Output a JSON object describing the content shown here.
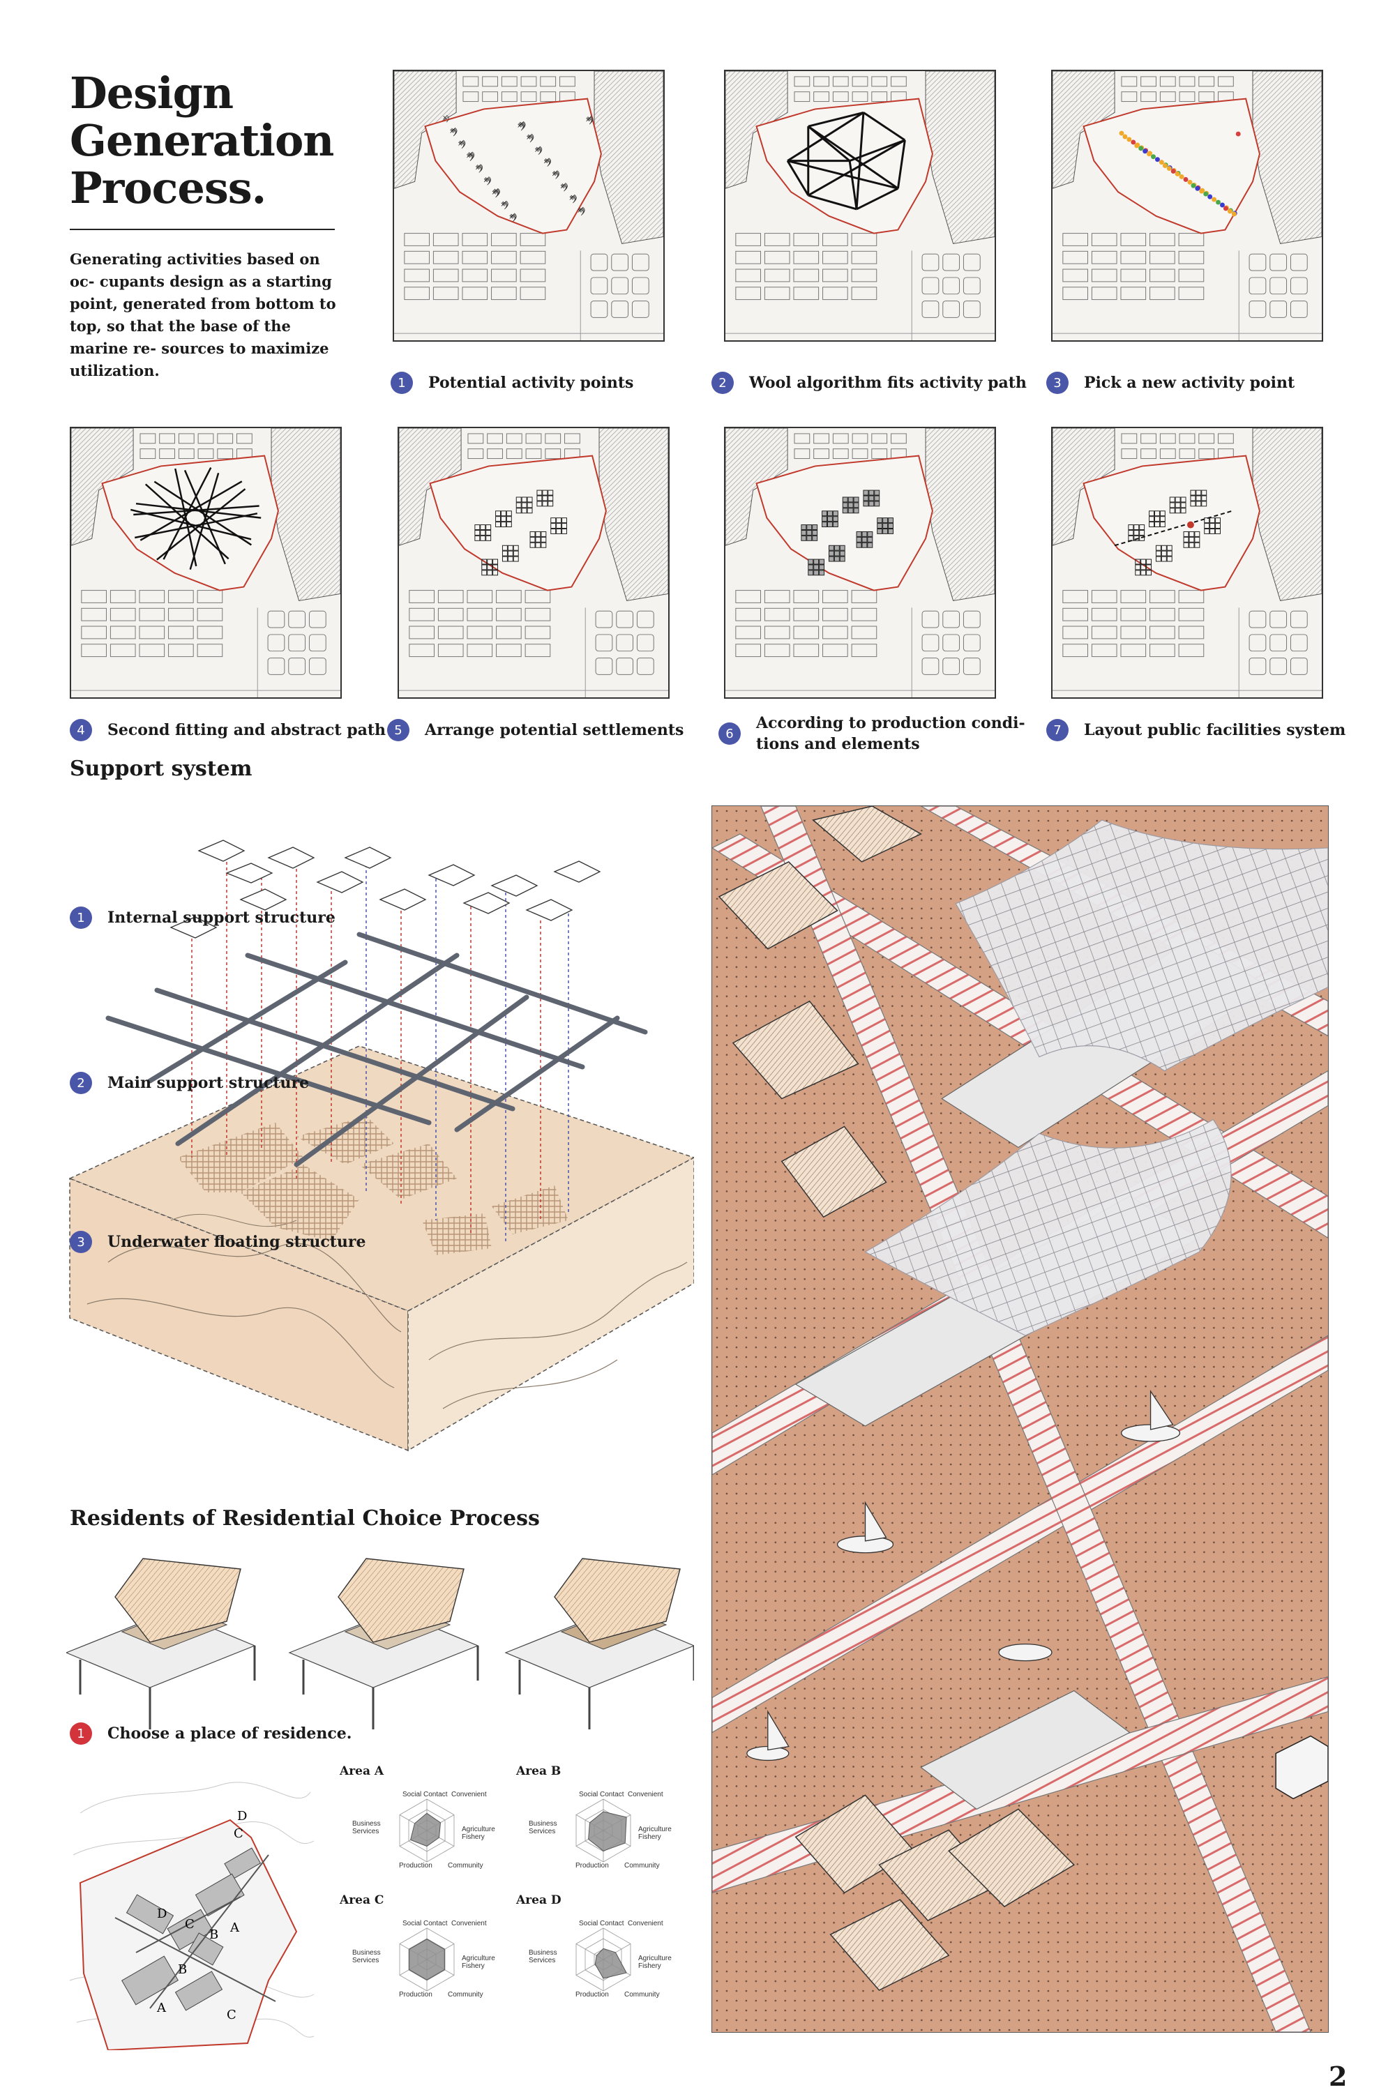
{
  "header": {
    "title_line1": "Design",
    "title_line2": "Generation",
    "title_line3": "Process.",
    "intro": "Generating activities based on oc- cupants design as a starting point, generated from bottom to top, so that the base of the marine re- sources to maximize utilization."
  },
  "steps": [
    {
      "num": "1",
      "label": "Potential activity points"
    },
    {
      "num": "2",
      "label": "Wool algorithm fits activity path"
    },
    {
      "num": "3",
      "label": "Pick a new activity point"
    },
    {
      "num": "4",
      "label": "Second fitting and abstract path"
    },
    {
      "num": "5",
      "label": "Arrange potential settlements"
    },
    {
      "num": "6",
      "label_line1": "According to production condi-",
      "label_line2": "tions and elements"
    },
    {
      "num": "7",
      "label": "Layout public facilities system"
    }
  ],
  "support": {
    "title": "Support system",
    "items": [
      {
        "num": "1",
        "label": "Internal support structure"
      },
      {
        "num": "2",
        "label": "Main support structure"
      },
      {
        "num": "3",
        "label": "Underwater floating structure"
      }
    ]
  },
  "residents": {
    "title": "Residents of Residential Choice Process",
    "step": {
      "num": "1",
      "label": "Choose a place of residence."
    },
    "map_labels": [
      "D",
      "C",
      "D",
      "C",
      "B",
      "A",
      "B",
      "A",
      "C"
    ]
  },
  "radars": [
    {
      "title": "Area A",
      "axes": [
        "Social Contact",
        "Convenient",
        "Agriculture Fishery",
        "Community",
        "Production",
        "Business Services"
      ],
      "values": [
        0.55,
        0.5,
        0.45,
        0.5,
        0.6,
        0.45
      ]
    },
    {
      "title": "Area B",
      "axes": [
        "Social Contact",
        "Convenient",
        "Agriculture Fishery",
        "Community",
        "Production",
        "Business Services"
      ],
      "values": [
        0.6,
        0.85,
        0.8,
        0.65,
        0.55,
        0.5
      ]
    },
    {
      "title": "Area C",
      "axes": [
        "Social Contact",
        "Convenient",
        "Agriculture Fishery",
        "Community",
        "Production",
        "Business Services"
      ],
      "values": [
        0.65,
        0.65,
        0.65,
        0.65,
        0.65,
        0.65
      ]
    },
    {
      "title": "Area D",
      "axes": [
        "Social Contact",
        "Convenient",
        "Agriculture Fishery",
        "Community",
        "Production",
        "Business Services"
      ],
      "values": [
        0.35,
        0.45,
        0.85,
        0.6,
        0.3,
        0.25
      ]
    }
  ],
  "page_number": "2",
  "colors": {
    "accent_blue": "#4a56a8",
    "accent_red": "#d3343c",
    "water": "#d6a488",
    "boundary": "#c0392b"
  }
}
